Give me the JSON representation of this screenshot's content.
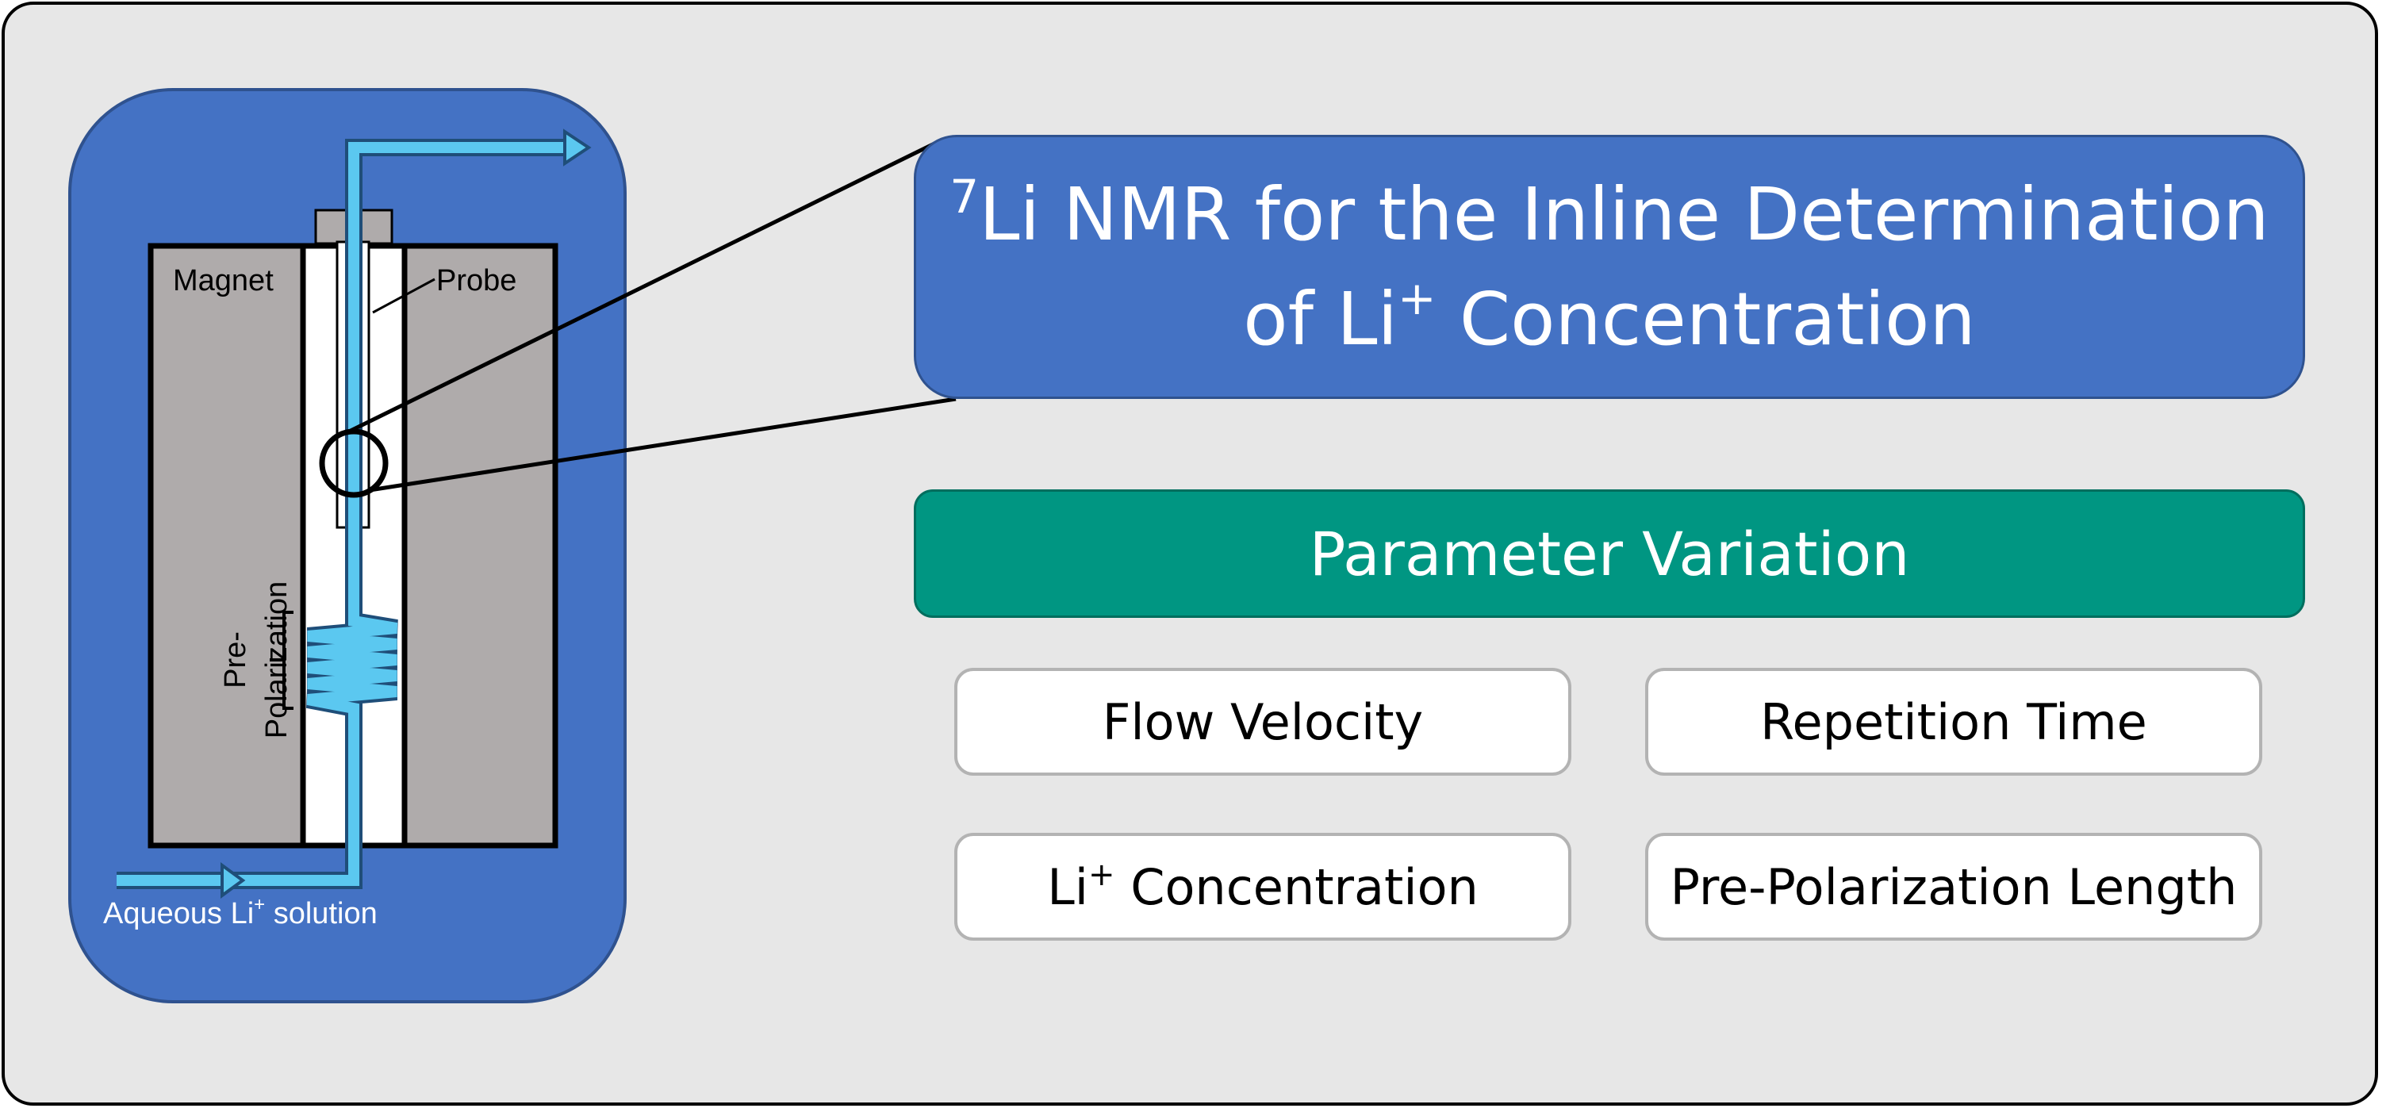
{
  "title": {
    "superscript": "7",
    "line1": "Li NMR for the Inline Determination",
    "line2_a": "of Li",
    "line2_sup": "+",
    "line2_b": " Concentration"
  },
  "parameter_header": "Parameter Variation",
  "parameters": {
    "flow_velocity": "Flow Velocity",
    "repetition_time": "Repetition Time",
    "li_conc_a": "Li",
    "li_conc_sup": "+",
    "li_conc_b": " Concentration",
    "pre_polarization_length": "Pre-Polarization Length"
  },
  "diagram": {
    "magnet_label": "Magnet",
    "probe_label": "Probe",
    "prepolarization_label_1": "Pre-",
    "prepolarization_label_2": "Polarization",
    "inlet_label_a": "Aqueous Li",
    "inlet_label_sup": "+",
    "inlet_label_b": " solution"
  },
  "colors": {
    "title_blue": "#4472c4",
    "parameter_green": "#009682",
    "flow_light_blue": "#5bc8f0",
    "magnet_gray": "#afabab",
    "background_gray": "#e7e7e7"
  }
}
